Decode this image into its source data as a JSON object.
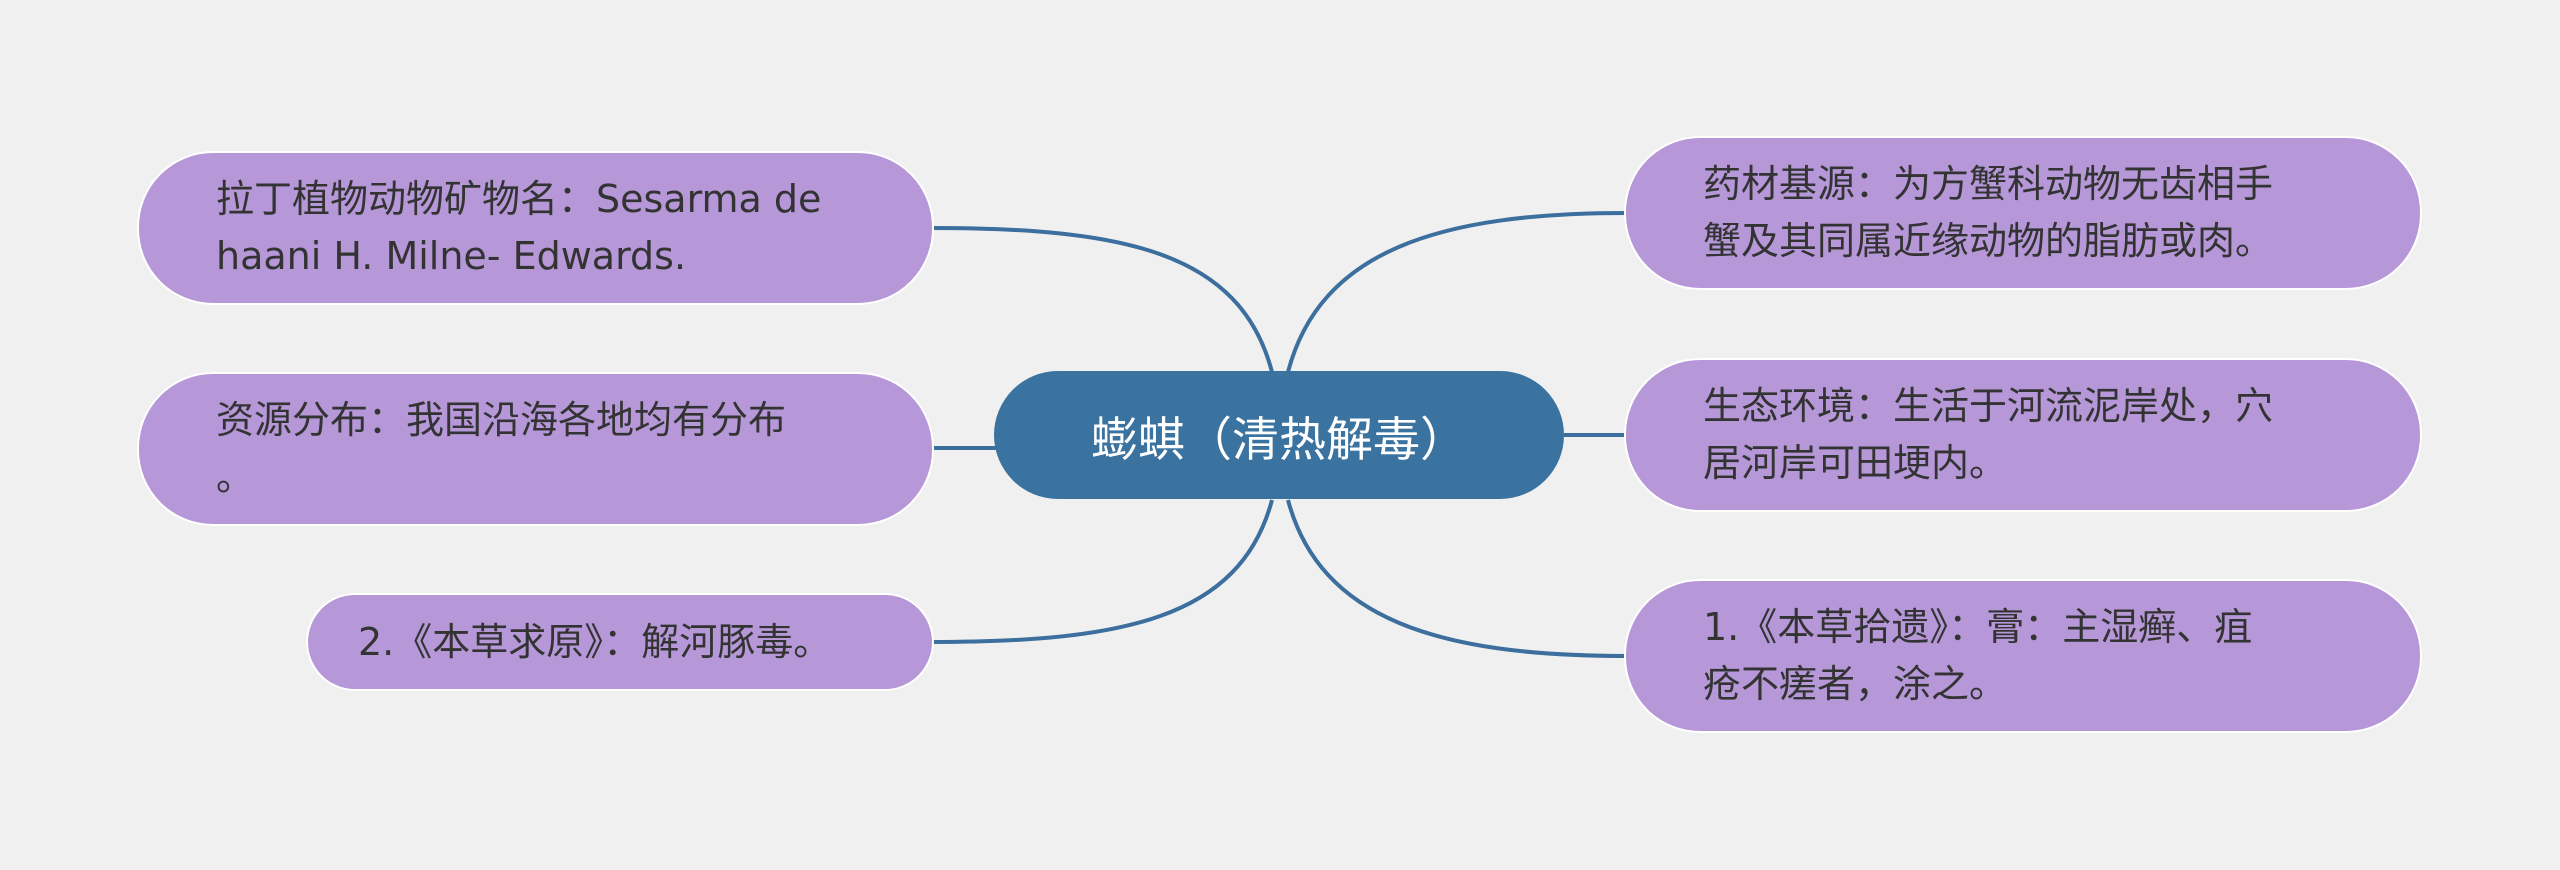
{
  "colors": {
    "background": "#f0f0f0",
    "root_fill": "#3a72a0",
    "root_text": "#ffffff",
    "leaf_fill": "#b698d9",
    "leaf_text": "#333333",
    "connector": "#3c6e9e"
  },
  "root": {
    "label": "蟛蜞（清热解毒）"
  },
  "left_branches": [
    {
      "lines": [
        "拉丁植物动物矿物名：Sesarma de",
        "haani H. Milne- Edwards."
      ]
    },
    {
      "lines": [
        "资源分布：我国沿海各地均有分布",
        "。"
      ]
    },
    {
      "lines": [
        "2.《本草求原》：解河豚毒。"
      ]
    }
  ],
  "right_branches": [
    {
      "lines": [
        "药材基源：为方蟹科动物无齿相手",
        "蟹及其同属近缘动物的脂肪或肉。"
      ]
    },
    {
      "lines": [
        "生态环境：生活于河流泥岸处，穴",
        "居河岸可田埂内。"
      ]
    },
    {
      "lines": [
        "1.《本草拾遗》：膏：主湿癣、疽",
        "疮不瘥者，涂之。"
      ]
    }
  ]
}
